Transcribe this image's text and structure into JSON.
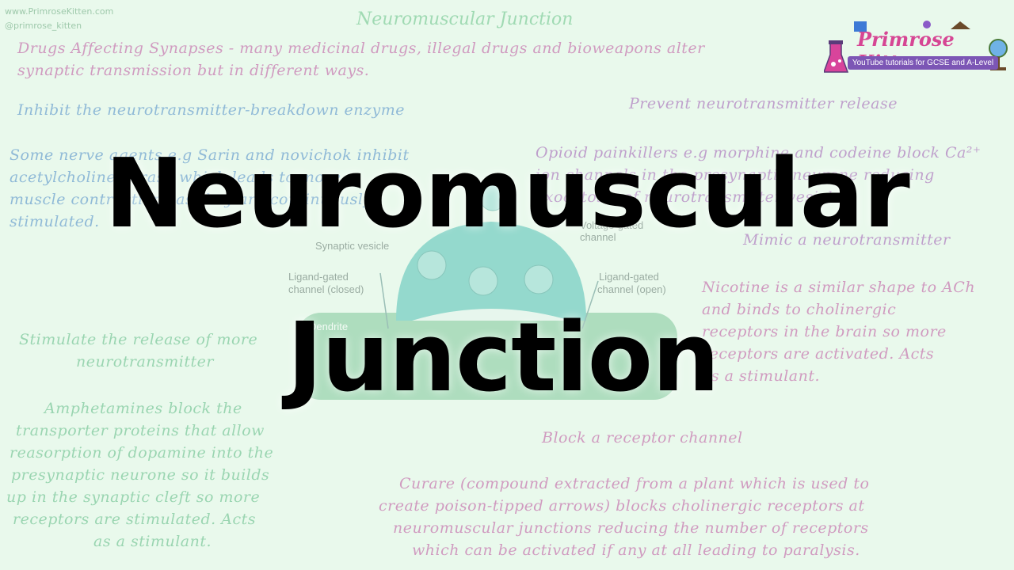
{
  "credits": {
    "website": "www.PrimroseKitten.com",
    "handle": "@primrose_kitten"
  },
  "header": {
    "heading": "Neuromuscular Junction",
    "intro_line1": "Drugs Affecting Synapses - many medicinal drugs, illegal drugs and bioweapons alter",
    "intro_line2": "synaptic transmission but in different ways."
  },
  "left_notes": {
    "inhibit_heading": "Inhibit the neurotransmitter-breakdown enzyme",
    "inhibit_body": [
      "Some nerve agents e.g Sarin and novichok inhibit",
      "acetylcholinesterase which leads to more",
      "muscle contractions as they are continuously",
      "stimulated."
    ],
    "stimulate_heading": [
      "Stimulate the release of more",
      "neurotransmitter"
    ],
    "stimulate_body": [
      "Amphetamines block the",
      "transporter proteins that allow",
      "reasorption of dopamine into the",
      "presynaptic neurone so it builds",
      "up in the synaptic cleft so more",
      "receptors are stimulated. Acts",
      "as a stimulant."
    ]
  },
  "right_notes": {
    "prevent_heading": "Prevent neurotransmitter release",
    "prevent_body": [
      "Opioid painkillers e.g morphine and codeine block Ca²⁺",
      "ion channels in the presynaptic neurone reducing",
      "exocytosis of neurotransmitter vesicles."
    ],
    "mimic_heading": "Mimic a neurotransmitter",
    "mimic_body": [
      "Nicotine is a similar shape to ACh",
      "and binds to cholinergic",
      "receptors in the brain so more",
      "receptors are activated. Acts",
      "as a stimulant."
    ],
    "block_heading": "Block a receptor channel",
    "block_body": [
      "Curare (compound extracted from a plant which is used to",
      "create poison-tipped arrows) blocks cholinergic receptors at",
      "neuromuscular junctions reducing the number of receptors",
      "which can be activated if any at all leading to paralysis."
    ]
  },
  "diagram": {
    "label_vesicle": "Synaptic vesicle",
    "label_voltage": [
      "Voltage-gated",
      "channel"
    ],
    "label_closed": [
      "Ligand-gated",
      "channel (closed)"
    ],
    "label_open": [
      "Ligand-gated",
      "channel (open)"
    ],
    "label_dendrite": "Dendrite"
  },
  "logo": {
    "brand": "Primrose Kitten",
    "tagline": "YouTube tutorials for GCSE and A-Level"
  },
  "title": {
    "line1": "Neuromuscular",
    "line2": "Junction"
  },
  "colors": {
    "background": "#e9f9ec",
    "title": "#000000",
    "brand": "#d64694"
  }
}
